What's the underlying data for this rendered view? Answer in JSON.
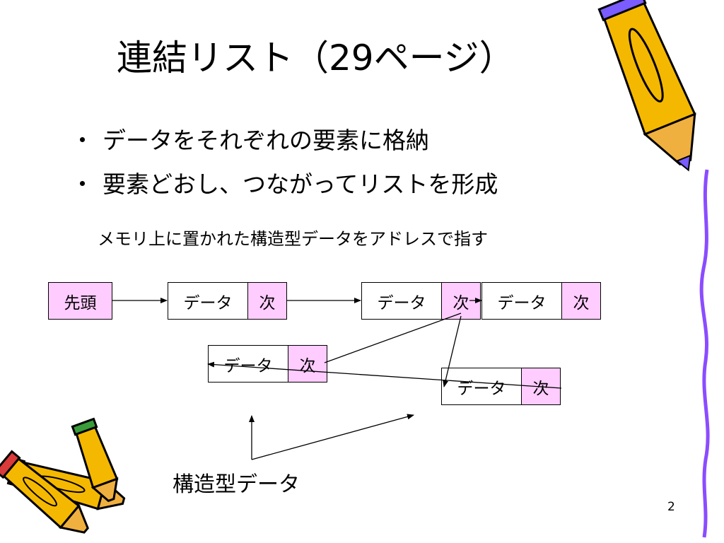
{
  "slide": {
    "title": "連結リスト（29ページ）",
    "bullets": [
      "データをそれぞれの要素に格納",
      "要素どおし、つながってリストを形成"
    ],
    "bullet_marker": "・",
    "subtitle": "メモリ上に置かれた構造型データをアドレスで指す",
    "head_label": "先頭",
    "nodes": [
      {
        "data": "データ",
        "next": "次"
      },
      {
        "data": "データ",
        "next": "次"
      },
      {
        "data": "データ",
        "next": "次"
      },
      {
        "data": "データ",
        "next": "次"
      },
      {
        "data": "データ",
        "next": "次"
      }
    ],
    "caption": "構造型データ",
    "page_number": "2"
  },
  "colors": {
    "next_cell": "#ffccff",
    "pencil_body": "#f5b800",
    "pencil_accent": "#7a5cff",
    "squiggle": "#8b4cff"
  },
  "icons": [
    "pencil-icon-top-right",
    "pencils-icon-bottom-left",
    "squiggle-line-decoration"
  ]
}
